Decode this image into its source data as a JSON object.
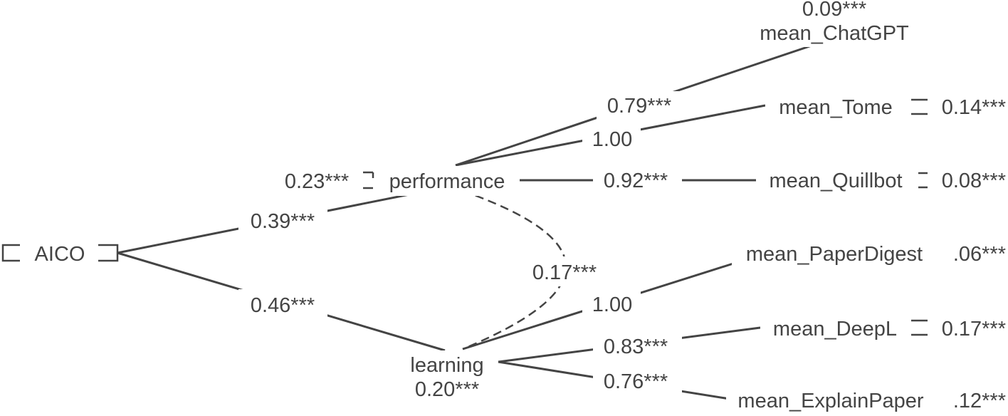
{
  "nodes": {
    "aico": "AICO",
    "performance": "performance",
    "learning": "learning",
    "chatgpt": "mean_ChatGPT",
    "tome": "mean_Tome",
    "quillbot": "mean_Quillbot",
    "paperdigest": "mean_PaperDigest",
    "deepl": "mean_DeepL",
    "explainpaper": "mean_ExplainPaper"
  },
  "paths": {
    "aico_performance": "0.39***",
    "aico_learning": "0.46***",
    "performance_learning": "0.17***",
    "performance_chatgpt": "0.79***",
    "performance_tome": "1.00",
    "performance_quillbot": "0.92***",
    "learning_paperdigest": "1.00",
    "learning_deepl": "0.83***",
    "learning_explainpaper": "0.76***"
  },
  "residuals": {
    "performance": "0.23***",
    "learning": "0.20***",
    "chatgpt": "0.09***",
    "tome": "0.14***",
    "quillbot": "0.08***",
    "paperdigest": ".06***",
    "deepl": "0.17***",
    "explainpaper": ".12***"
  }
}
